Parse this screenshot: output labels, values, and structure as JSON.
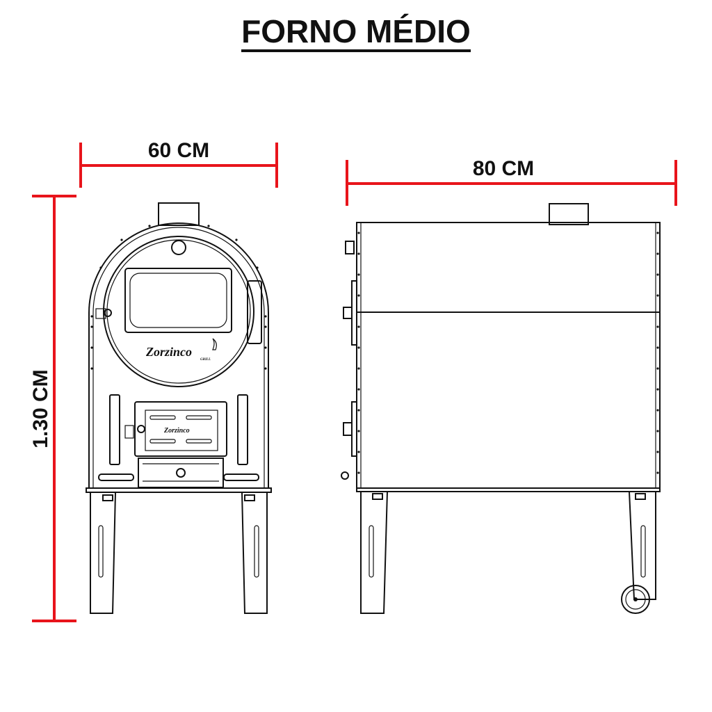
{
  "title": "FORNO MÉDIO",
  "dimensions": {
    "width": "60 CM",
    "depth": "80 CM",
    "height": "1.30 CM"
  },
  "brand": {
    "name": "Zorzinco",
    "sub": "GRILL"
  },
  "colors": {
    "dimension_line": "#e8141b",
    "outline": "#111111",
    "background": "#ffffff"
  }
}
